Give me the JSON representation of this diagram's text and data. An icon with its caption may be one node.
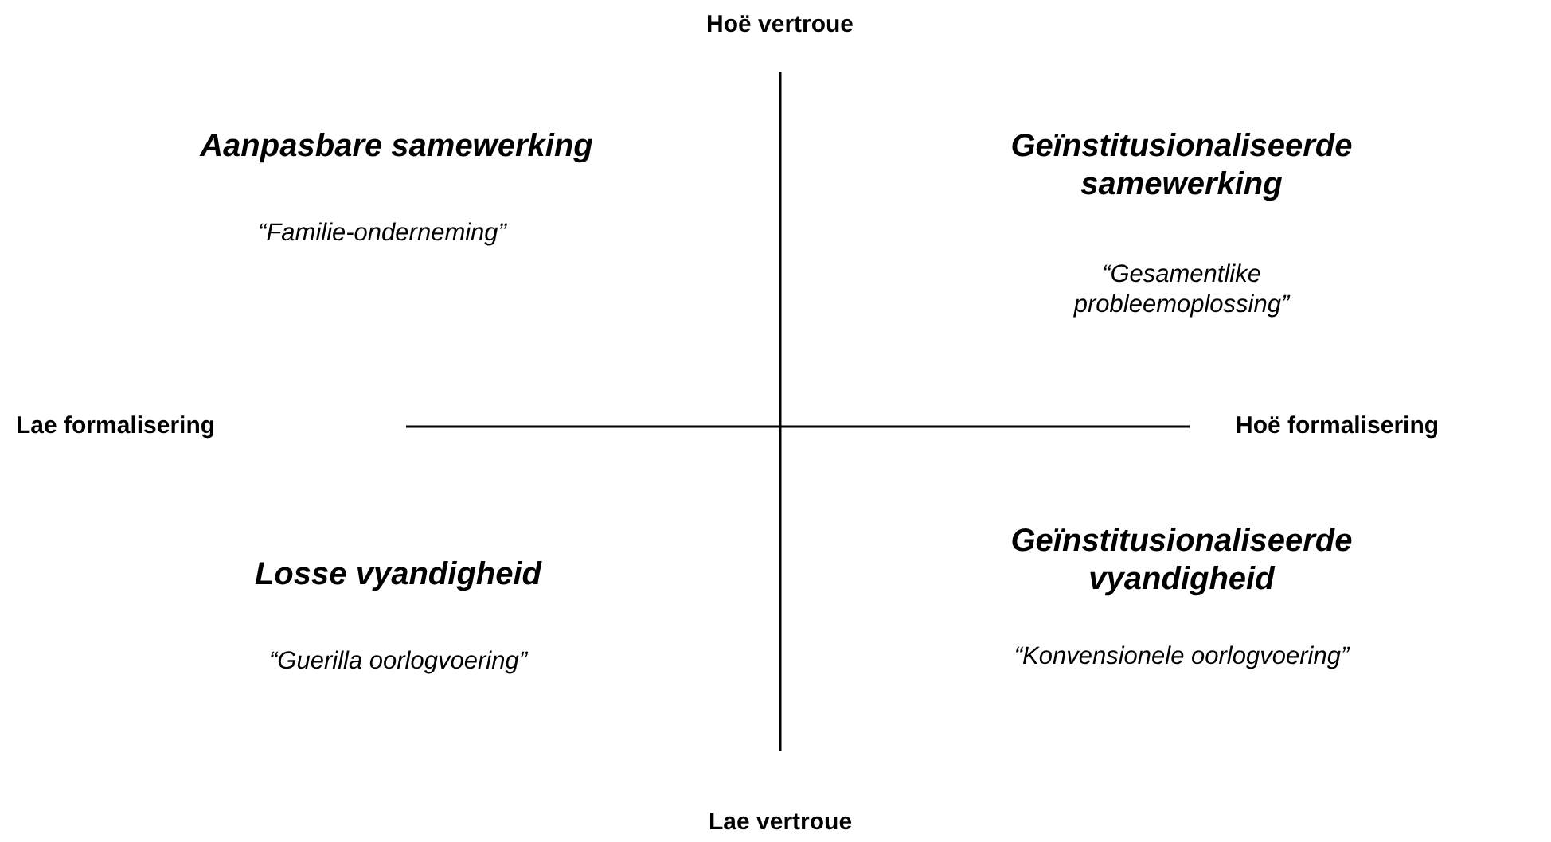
{
  "diagram": {
    "labels": [
      "Hoë vertroue",
      "Aanpasbare samewerking",
      "Geïnstitusionaliseerde samewerking",
      "“Familie-onderneming”",
      "“Gesamentlike probleemoplossing”",
      "Lae formalisering",
      "Hoë formalisering",
      "Losse vyandigheid",
      "Geïnstitusionaliseerde vyandigheid",
      "“Guerilla oorlogvoering”",
      "“Konvensionele oorlogvoering”",
      "Lae vertroue"
    ]
  }
}
